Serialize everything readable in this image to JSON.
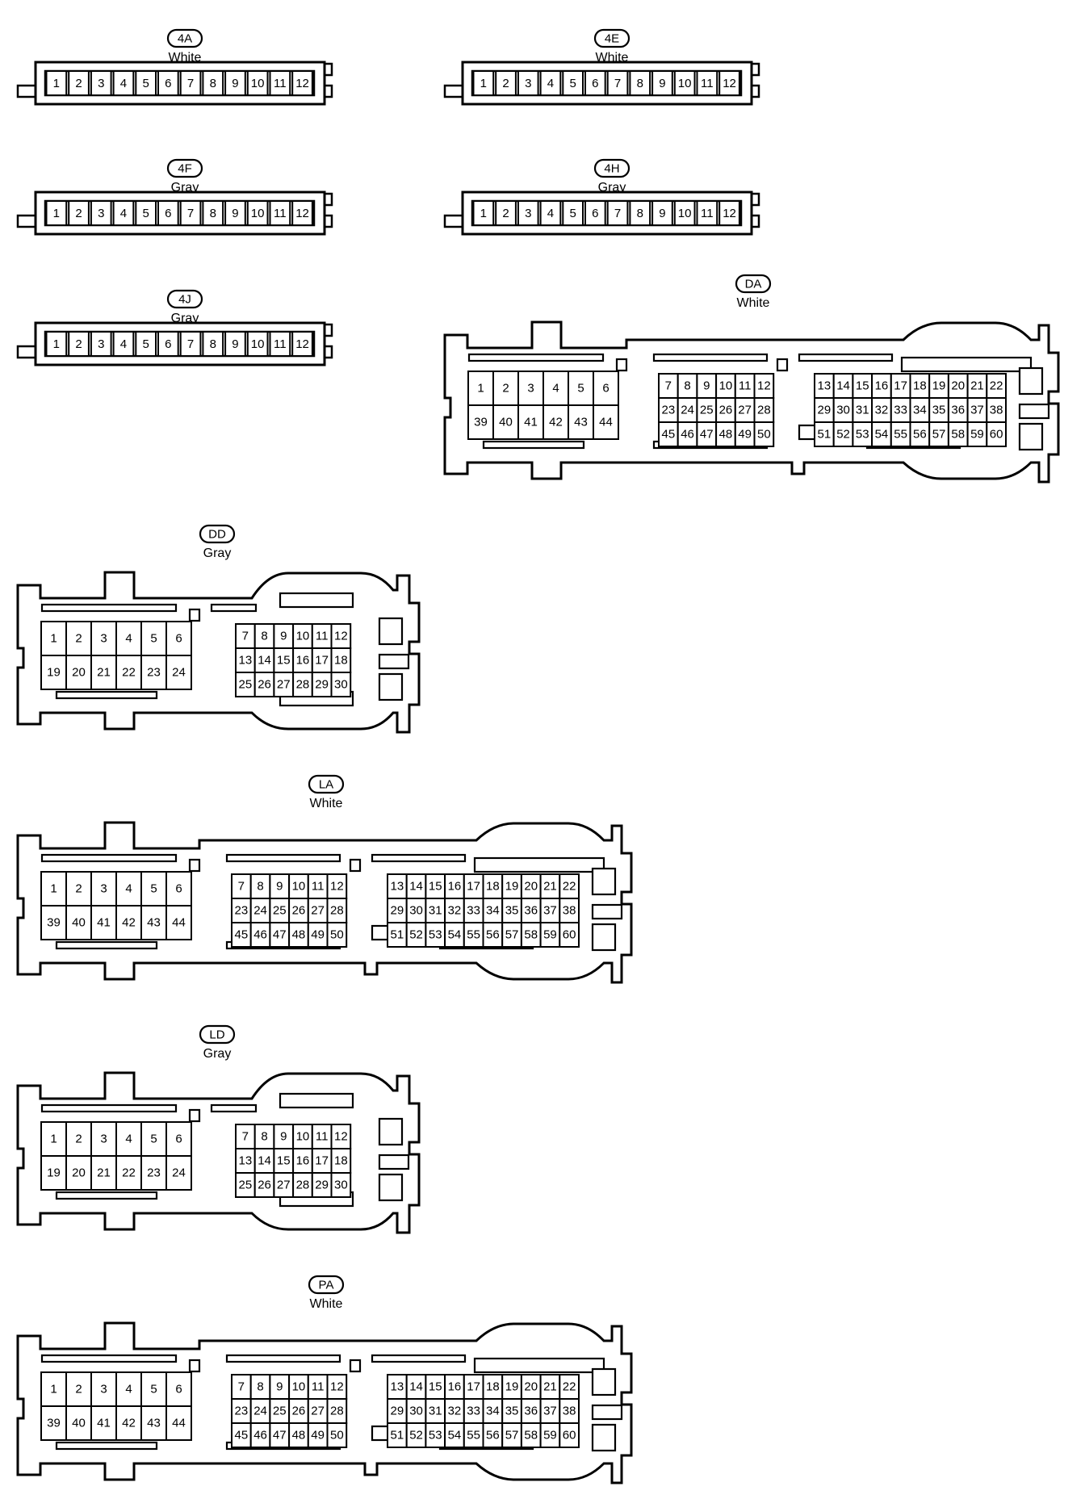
{
  "connectors": [
    {
      "id": "4A",
      "color": "White",
      "type": "strip12",
      "rows": [
        [
          "1",
          "2",
          "3",
          "4",
          "5",
          "6",
          "7",
          "8",
          "9",
          "10",
          "11",
          "12"
        ]
      ]
    },
    {
      "id": "4E",
      "color": "White",
      "type": "strip12",
      "rows": [
        [
          "1",
          "2",
          "3",
          "4",
          "5",
          "6",
          "7",
          "8",
          "9",
          "10",
          "11",
          "12"
        ]
      ]
    },
    {
      "id": "4F",
      "color": "Gray",
      "type": "strip12",
      "rows": [
        [
          "1",
          "2",
          "3",
          "4",
          "5",
          "6",
          "7",
          "8",
          "9",
          "10",
          "11",
          "12"
        ]
      ]
    },
    {
      "id": "4H",
      "color": "Gray",
      "type": "strip12",
      "rows": [
        [
          "1",
          "2",
          "3",
          "4",
          "5",
          "6",
          "7",
          "8",
          "9",
          "10",
          "11",
          "12"
        ]
      ]
    },
    {
      "id": "4J",
      "color": "Gray",
      "type": "strip12",
      "rows": [
        [
          "1",
          "2",
          "3",
          "4",
          "5",
          "6",
          "7",
          "8",
          "9",
          "10",
          "11",
          "12"
        ]
      ]
    },
    {
      "id": "DA",
      "color": "White",
      "type": "ecu60",
      "blocks": [
        [
          [
            "1",
            "2",
            "3",
            "4",
            "5",
            "6"
          ],
          [
            "39",
            "40",
            "41",
            "42",
            "43",
            "44"
          ]
        ],
        [
          [
            "7",
            "8",
            "9",
            "10",
            "11",
            "12"
          ],
          [
            "23",
            "24",
            "25",
            "26",
            "27",
            "28"
          ],
          [
            "45",
            "46",
            "47",
            "48",
            "49",
            "50"
          ]
        ],
        [
          [
            "13",
            "14",
            "15",
            "16",
            "17",
            "18",
            "19",
            "20",
            "21",
            "22"
          ],
          [
            "29",
            "30",
            "31",
            "32",
            "33",
            "34",
            "35",
            "36",
            "37",
            "38"
          ],
          [
            "51",
            "52",
            "53",
            "54",
            "55",
            "56",
            "57",
            "58",
            "59",
            "60"
          ]
        ]
      ]
    },
    {
      "id": "DD",
      "color": "Gray",
      "type": "ecu30",
      "blocks": [
        [
          [
            "1",
            "2",
            "3",
            "4",
            "5",
            "6"
          ],
          [
            "19",
            "20",
            "21",
            "22",
            "23",
            "24"
          ]
        ],
        [
          [
            "7",
            "8",
            "9",
            "10",
            "11",
            "12"
          ],
          [
            "13",
            "14",
            "15",
            "16",
            "17",
            "18"
          ],
          [
            "25",
            "26",
            "27",
            "28",
            "29",
            "30"
          ]
        ]
      ]
    },
    {
      "id": "LA",
      "color": "White",
      "type": "ecu60",
      "blocks": [
        [
          [
            "1",
            "2",
            "3",
            "4",
            "5",
            "6"
          ],
          [
            "39",
            "40",
            "41",
            "42",
            "43",
            "44"
          ]
        ],
        [
          [
            "7",
            "8",
            "9",
            "10",
            "11",
            "12"
          ],
          [
            "23",
            "24",
            "25",
            "26",
            "27",
            "28"
          ],
          [
            "45",
            "46",
            "47",
            "48",
            "49",
            "50"
          ]
        ],
        [
          [
            "13",
            "14",
            "15",
            "16",
            "17",
            "18",
            "19",
            "20",
            "21",
            "22"
          ],
          [
            "29",
            "30",
            "31",
            "32",
            "33",
            "34",
            "35",
            "36",
            "37",
            "38"
          ],
          [
            "51",
            "52",
            "53",
            "54",
            "55",
            "56",
            "57",
            "58",
            "59",
            "60"
          ]
        ]
      ]
    },
    {
      "id": "LD",
      "color": "Gray",
      "type": "ecu30",
      "blocks": [
        [
          [
            "1",
            "2",
            "3",
            "4",
            "5",
            "6"
          ],
          [
            "19",
            "20",
            "21",
            "22",
            "23",
            "24"
          ]
        ],
        [
          [
            "7",
            "8",
            "9",
            "10",
            "11",
            "12"
          ],
          [
            "13",
            "14",
            "15",
            "16",
            "17",
            "18"
          ],
          [
            "25",
            "26",
            "27",
            "28",
            "29",
            "30"
          ]
        ]
      ]
    },
    {
      "id": "PA",
      "color": "White",
      "type": "ecu60",
      "blocks": [
        [
          [
            "1",
            "2",
            "3",
            "4",
            "5",
            "6"
          ],
          [
            "39",
            "40",
            "41",
            "42",
            "43",
            "44"
          ]
        ],
        [
          [
            "7",
            "8",
            "9",
            "10",
            "11",
            "12"
          ],
          [
            "23",
            "24",
            "25",
            "26",
            "27",
            "28"
          ],
          [
            "45",
            "46",
            "47",
            "48",
            "49",
            "50"
          ]
        ],
        [
          [
            "13",
            "14",
            "15",
            "16",
            "17",
            "18",
            "19",
            "20",
            "21",
            "22"
          ],
          [
            "29",
            "30",
            "31",
            "32",
            "33",
            "34",
            "35",
            "36",
            "37",
            "38"
          ],
          [
            "51",
            "52",
            "53",
            "54",
            "55",
            "56",
            "57",
            "58",
            "59",
            "60"
          ]
        ]
      ]
    }
  ]
}
